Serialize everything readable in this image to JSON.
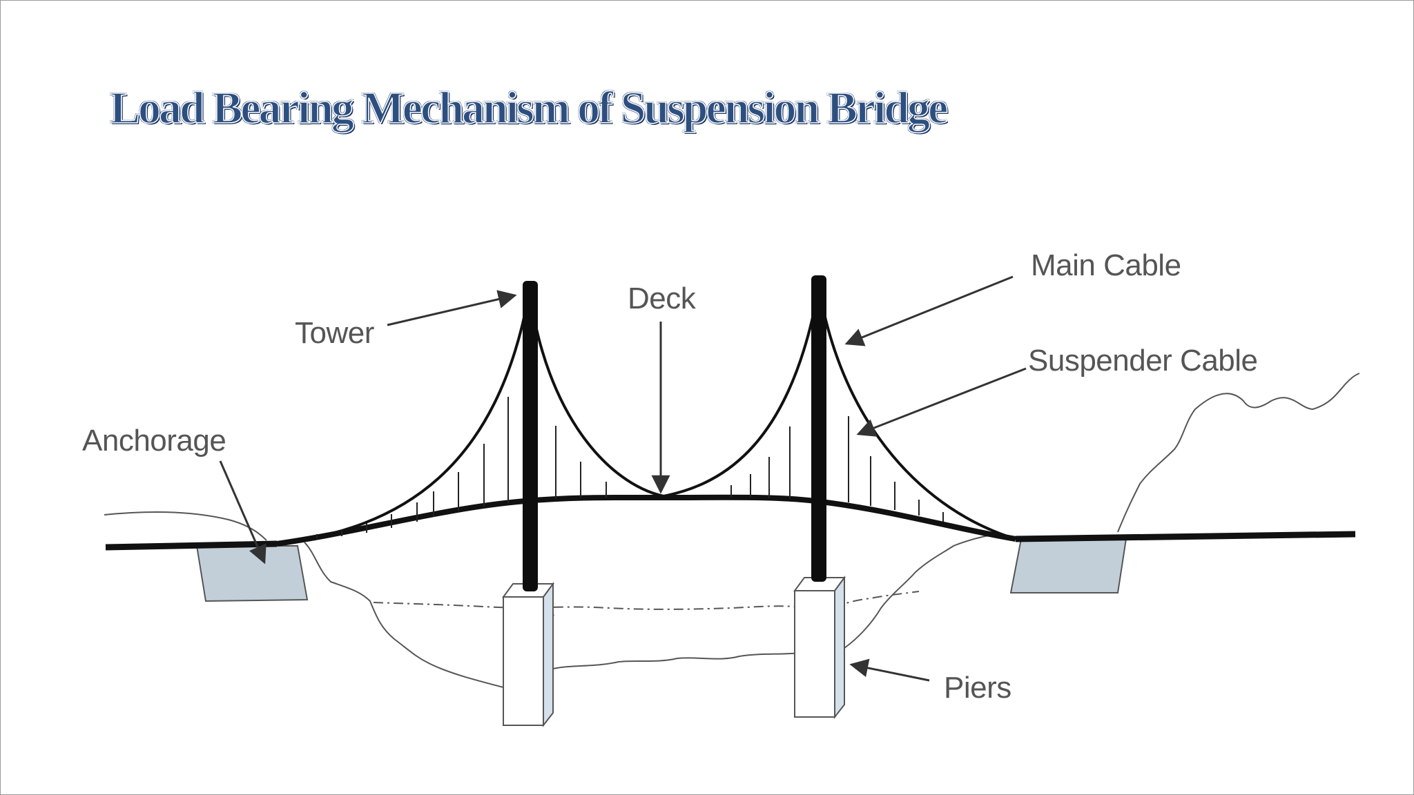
{
  "slide": {
    "title": "Load Bearing Mechanism of Suspension Bridge"
  },
  "diagram": {
    "labels": {
      "tower": "Tower",
      "deck": "Deck",
      "main_cable": "Main Cable",
      "suspender_cable": "Suspender Cable",
      "anchorage": "Anchorage",
      "piers": "Piers"
    }
  }
}
